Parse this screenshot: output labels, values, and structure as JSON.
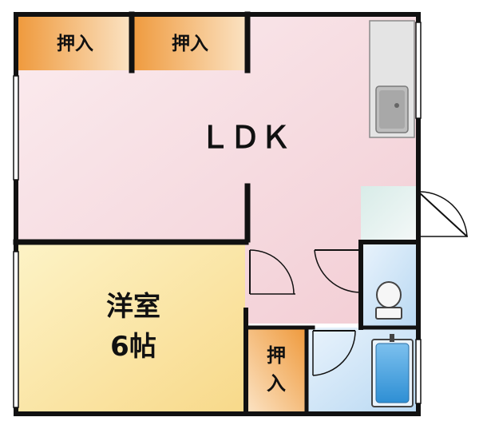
{
  "floorplan": {
    "rooms": {
      "ldk": {
        "label": "ＬＤＫ"
      },
      "western_room": {
        "label_line1": "洋室",
        "label_line2": "6帖"
      }
    },
    "closets": {
      "top_left": {
        "label": "押入"
      },
      "top_middle": {
        "label": "押入"
      },
      "bottom": {
        "label_line1": "押",
        "label_line2": "入"
      }
    },
    "colors": {
      "wall": "#111111",
      "ldk_floor": "#f6dbe0",
      "western_floor": "#fbe7a6",
      "closet": "#f3b26a",
      "bathroom": "#cfe4f7",
      "fixture": "#e5e5e5"
    }
  }
}
